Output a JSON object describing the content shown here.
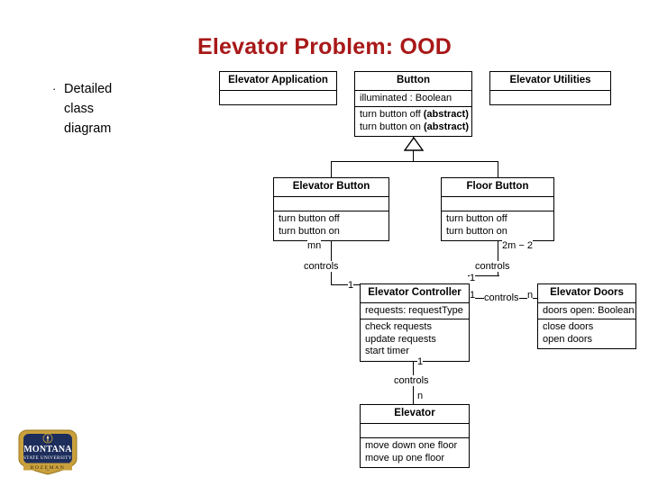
{
  "slide": {
    "title": "Elevator Problem: OOD",
    "title_color": "#a81818",
    "bullet": {
      "marker": "·",
      "lines": [
        "Detailed",
        "class",
        "diagram"
      ]
    }
  },
  "diagram": {
    "type": "uml-class-diagram",
    "classes": [
      {
        "id": "elevator-application",
        "name": "Elevator Application",
        "attributes": [],
        "operations": []
      },
      {
        "id": "button",
        "name": "Button",
        "attributes": [
          "illuminated : Boolean"
        ],
        "operations": [
          "turn button off (abstract)",
          "turn button on (abstract)"
        ],
        "op_plain": [
          "turn button off ",
          "turn button on "
        ],
        "op_bold": [
          "(abstract)",
          "(abstract)"
        ]
      },
      {
        "id": "elevator-utilities",
        "name": "Elevator Utilities",
        "attributes": [],
        "operations": []
      },
      {
        "id": "elevator-button",
        "name": "Elevator Button",
        "attributes": [],
        "operations": [
          "turn button off",
          "turn button on"
        ]
      },
      {
        "id": "floor-button",
        "name": "Floor Button",
        "attributes": [],
        "operations": [
          "turn button off",
          "turn button on"
        ]
      },
      {
        "id": "elevator-controller",
        "name": "Elevator Controller",
        "attributes": [
          "requests: requestType"
        ],
        "operations": [
          "check requests",
          "update requests",
          "start timer"
        ]
      },
      {
        "id": "elevator-doors",
        "name": "Elevator Doors",
        "attributes": [
          "doors open: Boolean"
        ],
        "operations": [
          "close doors",
          "open doors"
        ]
      },
      {
        "id": "elevator",
        "name": "Elevator",
        "attributes": [],
        "operations": [
          "move down one floor",
          "move up one floor"
        ]
      }
    ],
    "generalizations": [
      {
        "parent": "button",
        "child": "elevator-button"
      },
      {
        "parent": "button",
        "child": "floor-button"
      }
    ],
    "associations": [
      {
        "from": "elevator-button",
        "to": "elevator-controller",
        "label": "controls",
        "from_multiplicity": "mn",
        "to_multiplicity": "1"
      },
      {
        "from": "floor-button",
        "to": "elevator-controller",
        "label": "controls",
        "from_multiplicity": "2m − 2",
        "to_multiplicity": "1"
      },
      {
        "from": "elevator-controller",
        "to": "elevator-doors",
        "label": "controls",
        "from_multiplicity": "1",
        "to_multiplicity": "n"
      },
      {
        "from": "elevator-controller",
        "to": "elevator",
        "label": "controls",
        "from_multiplicity": "1",
        "to_multiplicity": "n"
      }
    ]
  },
  "logo": {
    "name": "montana-state-university-logo",
    "line1": "MONTANA",
    "line2": "STATE UNIVERSITY",
    "line3": "B O Z E M A N",
    "shield_color": "#1d2d5c",
    "border_color": "#c9a03c"
  }
}
